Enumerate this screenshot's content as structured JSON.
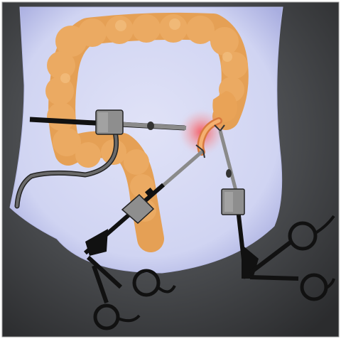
{
  "figure": {
    "subject": "laparoscopic-appendectomy-illustration",
    "text_labels": []
  },
  "colors": {
    "background_light": "#5e6064",
    "background_dark": "#2b2c2e",
    "cavity": "#d2d5f3",
    "cavity_edge": "#a9aee0",
    "colon": "#e9a357",
    "colon_highlight": "#f2bd7d",
    "appendix": "#e88b4e",
    "inflammation": "#ff3d3d",
    "port": "#8e8e8e",
    "instrument": "#111111",
    "camera_cable": "#5a5a5a"
  },
  "icons": [
    "abdominal-cavity",
    "colon",
    "inflamed-appendix",
    "laparoscope",
    "trocar-port",
    "grasper-instrument",
    "scissor-handle"
  ]
}
